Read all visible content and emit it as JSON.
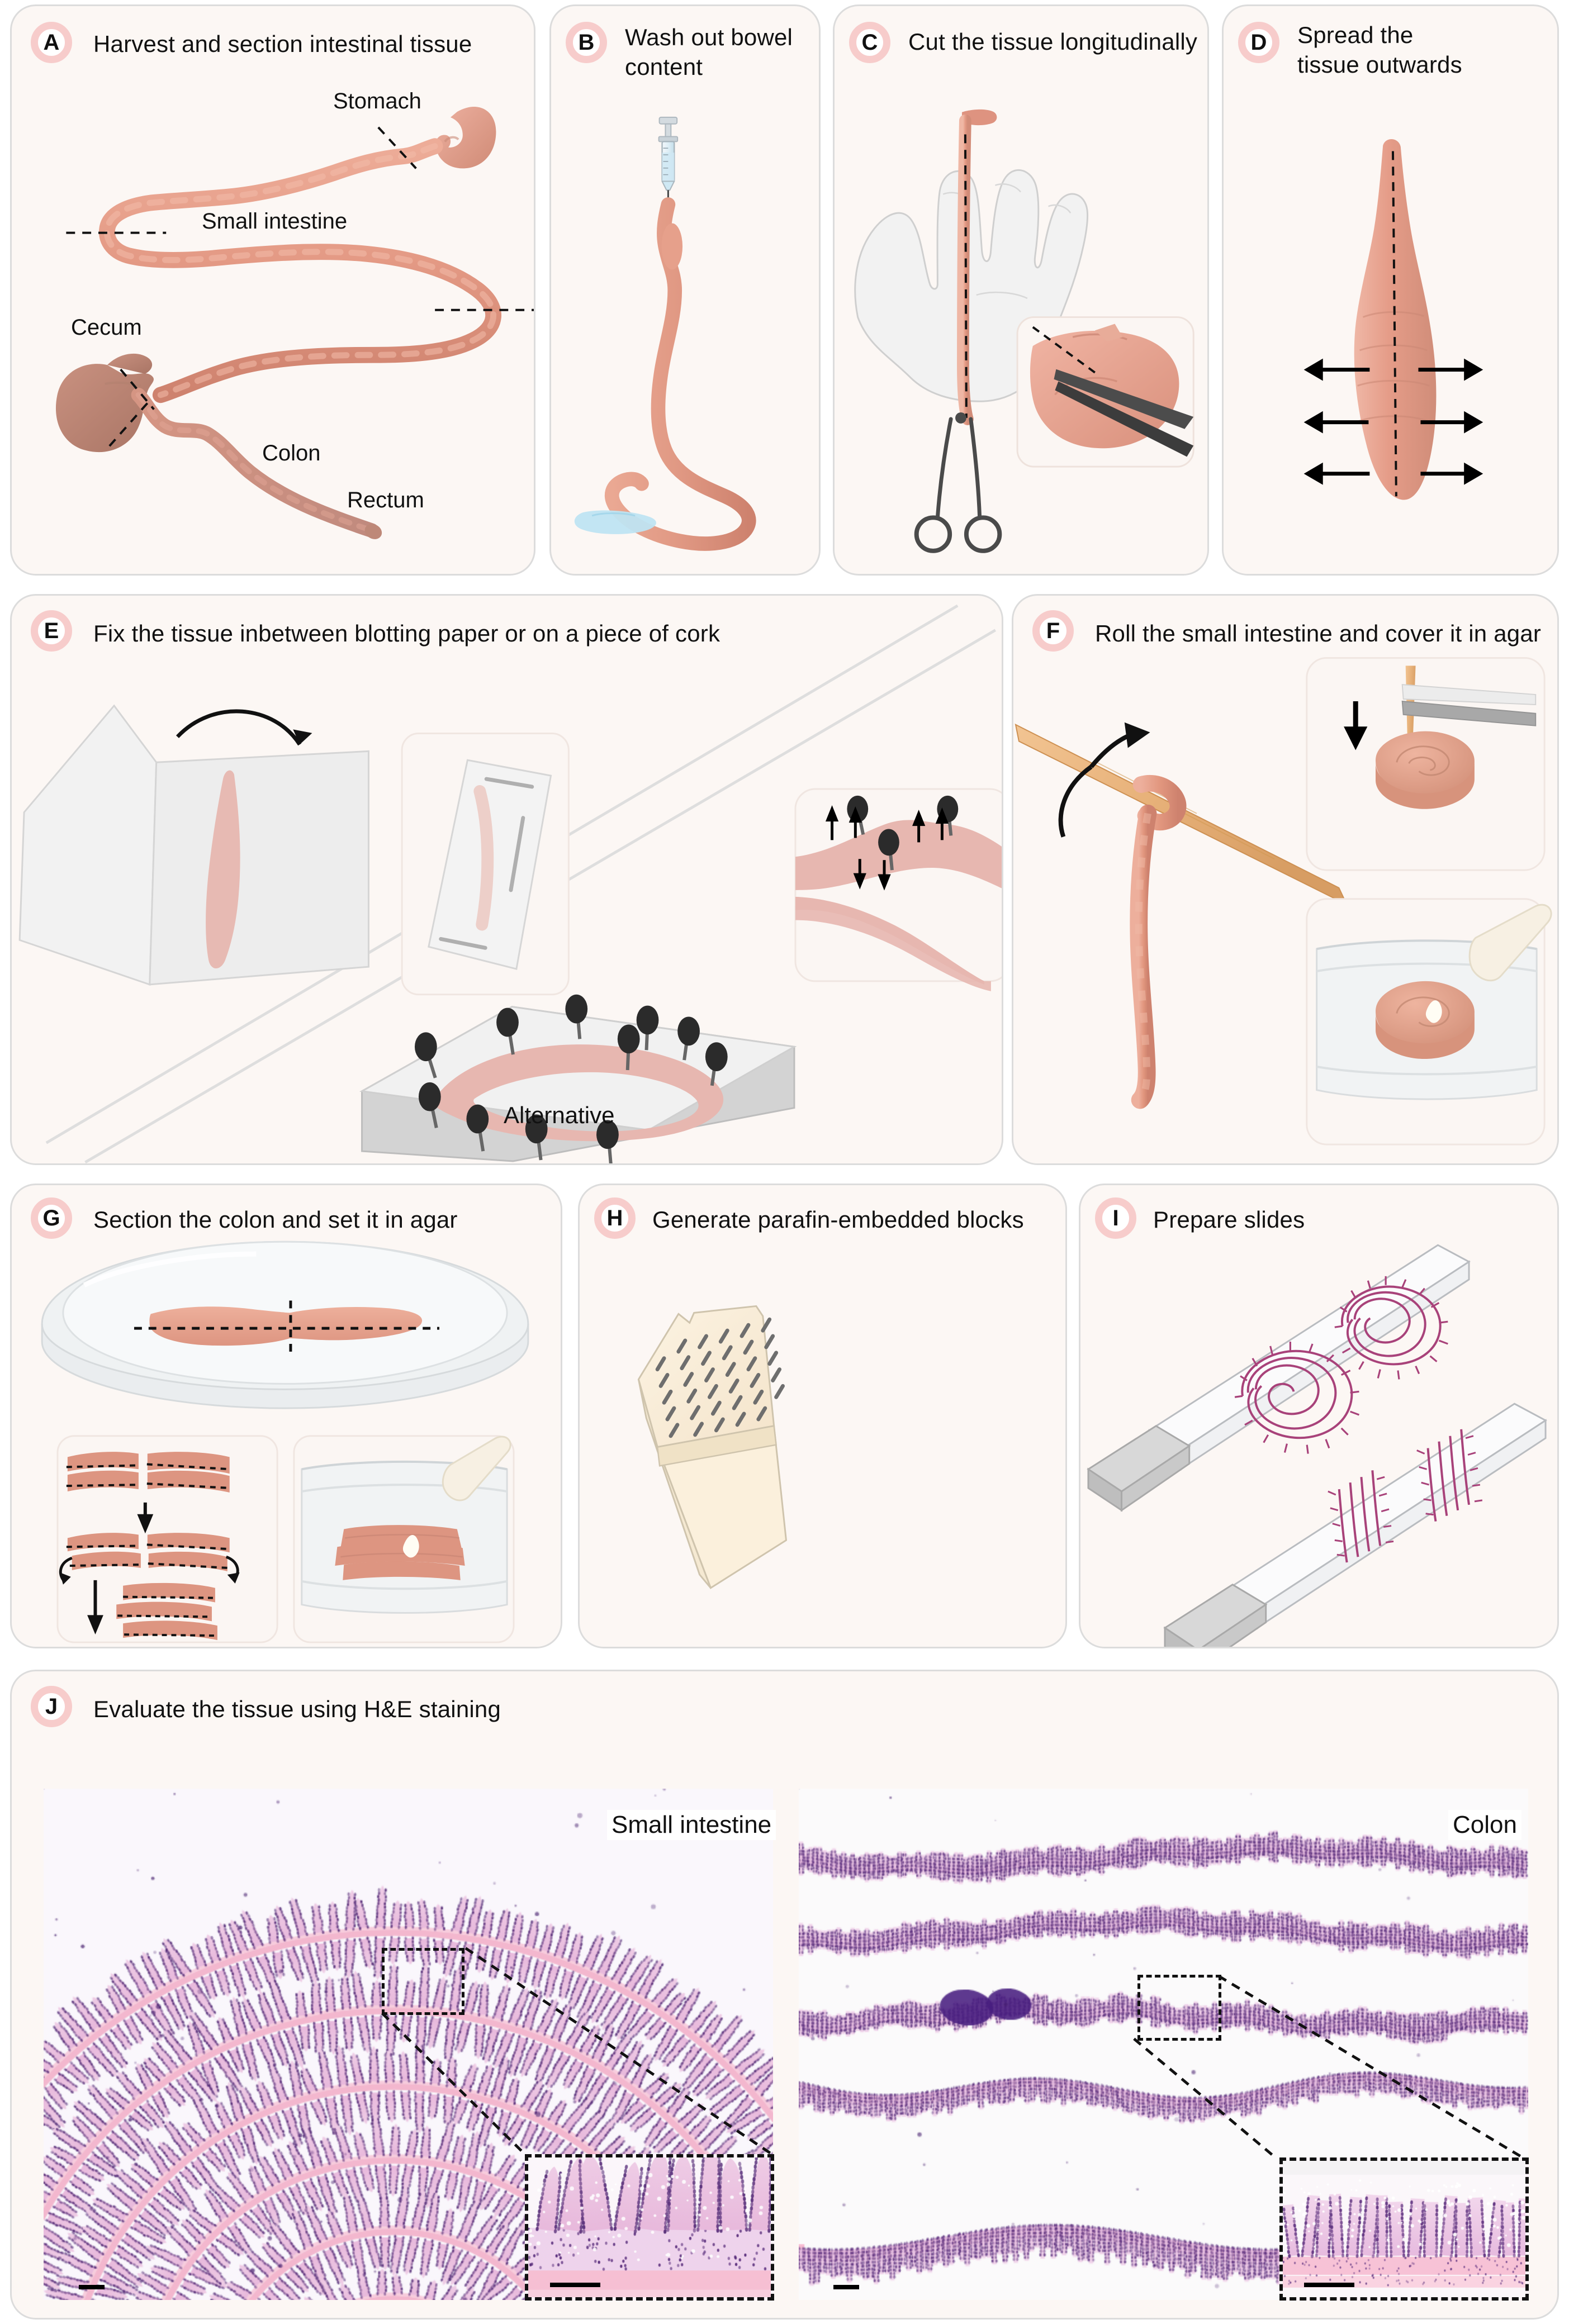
{
  "figure": {
    "kind": "protocol-schematic",
    "background": "#FFFFFF",
    "panel_fill": "#FCF7F4",
    "panel_border": "#DCDCDC",
    "badge_ring": "#F7CCCB",
    "tissue_color": "#E09683",
    "accent_pink": "#F5C9C6"
  },
  "panels": [
    {
      "id": "A",
      "letter": "A",
      "title": "Harvest and section intestinal tissue",
      "labels": [
        "Stomach",
        "Small intestine",
        "Cecum",
        "Colon",
        "Rectum"
      ]
    },
    {
      "id": "B",
      "letter": "B",
      "title": "Wash out bowel content",
      "labels": []
    },
    {
      "id": "C",
      "letter": "C",
      "title": "Cut the tissue longitudinally",
      "labels": []
    },
    {
      "id": "D",
      "letter": "D",
      "title": "Spread the tissue outwards",
      "labels": []
    },
    {
      "id": "E",
      "letter": "E",
      "title": "Fix the tissue inbetween blotting paper or on a piece of cork",
      "labels": [
        "Alternative"
      ]
    },
    {
      "id": "F",
      "letter": "F",
      "title": "Roll the small intestine and cover it in agar",
      "labels": []
    },
    {
      "id": "G",
      "letter": "G",
      "title": "Section the colon and set it in agar",
      "labels": []
    },
    {
      "id": "H",
      "letter": "H",
      "title": "Generate parafin-embedded blocks",
      "labels": []
    },
    {
      "id": "I",
      "letter": "I",
      "title": "Prepare slides",
      "labels": []
    },
    {
      "id": "J",
      "letter": "J",
      "title": "Evaluate the tissue using H&E staining",
      "labels": [
        "Small intestine",
        "Colon"
      ]
    }
  ],
  "panelA": {
    "letter": "A",
    "title": "Harvest and section intestinal tissue",
    "label_stomach": "Stomach",
    "label_small_intestine": "Small intestine",
    "label_cecum": "Cecum",
    "label_colon": "Colon",
    "label_rectum": "Rectum"
  },
  "panelB": {
    "letter": "B",
    "title": "Wash out bowel content"
  },
  "panelC": {
    "letter": "C",
    "title": "Cut the tissue longitudinally"
  },
  "panelD": {
    "letter": "D",
    "title": "Spread the tissue outwards"
  },
  "panelE": {
    "letter": "E",
    "title": "Fix the tissue inbetween blotting paper or on a piece of cork",
    "alternative_label": "Alternative"
  },
  "panelF": {
    "letter": "F",
    "title": "Roll the small intestine and cover it in agar"
  },
  "panelG": {
    "letter": "G",
    "title": "Section the colon and set it in agar"
  },
  "panelH": {
    "letter": "H",
    "title": "Generate parafin-embedded blocks"
  },
  "panelI": {
    "letter": "I",
    "title": "Prepare slides"
  },
  "panelJ": {
    "letter": "J",
    "title": "Evaluate the tissue using H&E staining",
    "left_label": "Small intestine",
    "right_label": "Colon",
    "stain": "H&E",
    "scale_bars_unlabeled": true
  }
}
